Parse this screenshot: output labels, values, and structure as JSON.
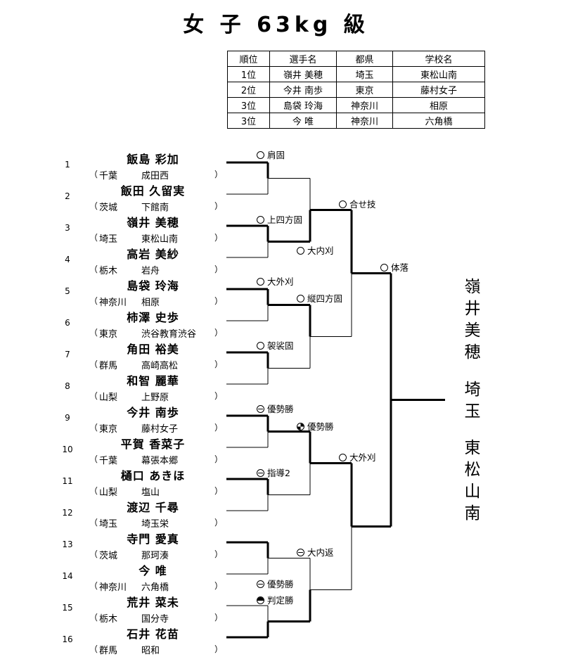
{
  "title": "女 子 63kg 級",
  "ranking": {
    "headers": [
      "順位",
      "選手名",
      "都県",
      "学校名"
    ],
    "rows": [
      [
        "1位",
        "嶺井 美穂",
        "埼玉",
        "東松山南"
      ],
      [
        "2位",
        "今井 南歩",
        "東京",
        "藤村女子"
      ],
      [
        "3位",
        "島袋 玲海",
        "神奈川",
        "相原"
      ],
      [
        "3位",
        "今 唯",
        "神奈川",
        "六角橋"
      ]
    ]
  },
  "players": [
    {
      "seed": "1",
      "name": "飯島 彩加",
      "pref": "千葉",
      "school": "成田西"
    },
    {
      "seed": "2",
      "name": "飯田 久留実",
      "pref": "茨城",
      "school": "下館南"
    },
    {
      "seed": "3",
      "name": "嶺井 美穂",
      "pref": "埼玉",
      "school": "東松山南"
    },
    {
      "seed": "4",
      "name": "高岩 美紗",
      "pref": "栃木",
      "school": "岩舟"
    },
    {
      "seed": "5",
      "name": "島袋 玲海",
      "pref": "神奈川",
      "school": "相原"
    },
    {
      "seed": "6",
      "name": "柿澤 史歩",
      "pref": "東京",
      "school": "渋谷教育渋谷"
    },
    {
      "seed": "7",
      "name": "角田 裕美",
      "pref": "群馬",
      "school": "高崎高松"
    },
    {
      "seed": "8",
      "name": "和智 麗華",
      "pref": "山梨",
      "school": "上野原"
    },
    {
      "seed": "9",
      "name": "今井 南歩",
      "pref": "東京",
      "school": "藤村女子"
    },
    {
      "seed": "10",
      "name": "平賀 香菜子",
      "pref": "千葉",
      "school": "幕張本郷"
    },
    {
      "seed": "11",
      "name": "樋口 あきほ",
      "pref": "山梨",
      "school": "塩山"
    },
    {
      "seed": "12",
      "name": "渡辺 千尋",
      "pref": "埼玉",
      "school": "埼玉栄"
    },
    {
      "seed": "13",
      "name": "寺門 愛真",
      "pref": "茨城",
      "school": "那珂湊"
    },
    {
      "seed": "14",
      "name": "今 唯",
      "pref": "神奈川",
      "school": "六角橋"
    },
    {
      "seed": "15",
      "name": "荒井 菜未",
      "pref": "栃木",
      "school": "国分寺"
    },
    {
      "seed": "16",
      "name": "石井 花苗",
      "pref": "群馬",
      "school": "昭和"
    }
  ],
  "paren_open": "（",
  "paren_close": "）",
  "results": [
    {
      "sym": "open-circle",
      "text": "肩固"
    },
    {
      "sym": "open-circle",
      "text": "上四方固"
    },
    {
      "sym": "open-circle",
      "text": "大外刈"
    },
    {
      "sym": "open-circle",
      "text": "袈裟固"
    },
    {
      "sym": "dash-circle",
      "text": "優勢勝"
    },
    {
      "sym": "dash-circle",
      "text": "指導2"
    },
    {
      "sym": "dash-circle",
      "text": "優勢勝"
    },
    {
      "sym": "half-circle",
      "text": "判定勝"
    },
    {
      "sym": "open-circle",
      "text": "大内刈"
    },
    {
      "sym": "open-circle",
      "text": "縦四方固"
    },
    {
      "sym": "quarter-circle",
      "text": "優勢勝"
    },
    {
      "sym": "dash-circle",
      "text": "大内返"
    },
    {
      "sym": "open-circle",
      "text": "合せ技"
    },
    {
      "sym": "open-circle",
      "text": "大外刈"
    },
    {
      "sym": "open-circle",
      "text": "体落"
    }
  ],
  "winner": {
    "name_chars": [
      "嶺",
      "井",
      "美",
      "穂"
    ],
    "pref_chars": [
      "埼",
      "玉"
    ],
    "school_chars": [
      "東",
      "松",
      "山",
      "南"
    ]
  }
}
